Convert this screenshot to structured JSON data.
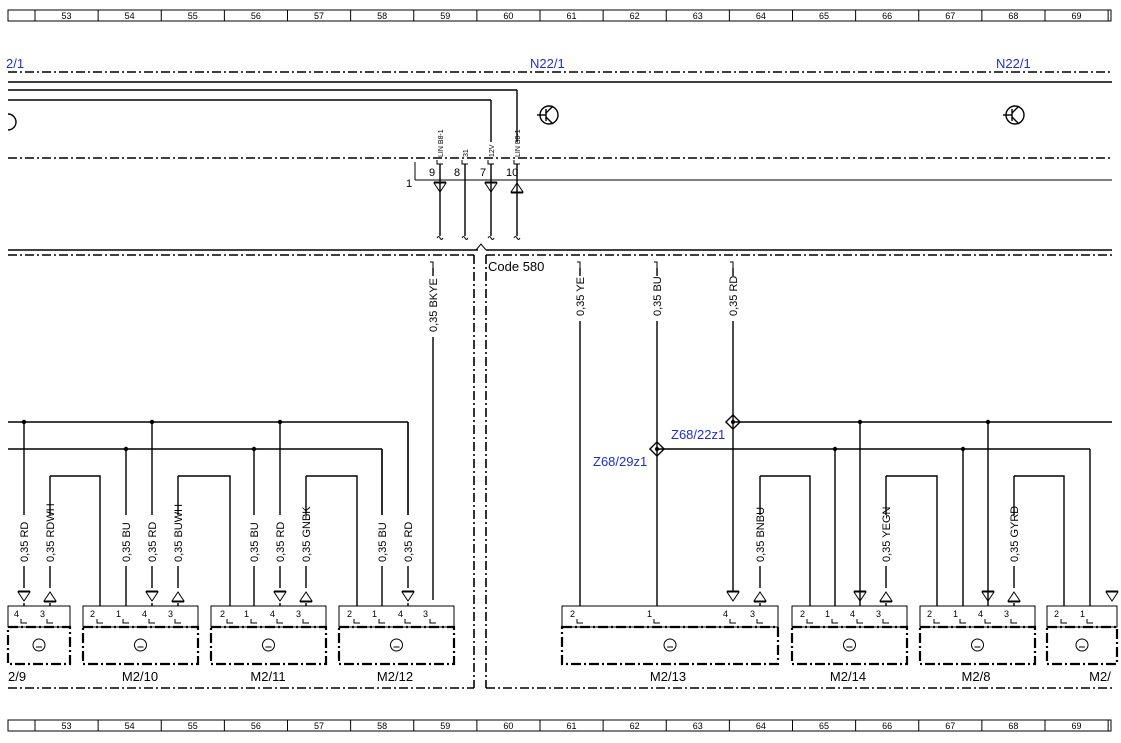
{
  "ruler": {
    "numbers": [
      "53",
      "54",
      "55",
      "56",
      "57",
      "58",
      "59",
      "60",
      "61",
      "62",
      "63",
      "64",
      "65",
      "66",
      "67",
      "68",
      "69"
    ]
  },
  "modules": {
    "left_partial": "2/1",
    "center": "N22/1",
    "right": "N22/1"
  },
  "connector": {
    "pin_group_number": "1",
    "pins": [
      {
        "num": "9",
        "label": "LIN B8-1"
      },
      {
        "num": "8",
        "label": "31"
      },
      {
        "num": "7",
        "label": "12V"
      },
      {
        "num": "10",
        "label": "LIN B8-1"
      }
    ]
  },
  "code_label": "Code 580",
  "upper_wires": [
    {
      "label": "0,35 BKYE"
    },
    {
      "label": "0,35 YE"
    },
    {
      "label": "0,35 BU"
    },
    {
      "label": "0,35 RD"
    }
  ],
  "splices": {
    "z22": "Z68/22z1",
    "z29": "Z68/29z1"
  },
  "lower_wires": [
    {
      "label": "0,35 RD"
    },
    {
      "label": "0,35 RDWH"
    },
    {
      "label": "0,35 BU"
    },
    {
      "label": "0,35 RD"
    },
    {
      "label": "0,35 BUWH"
    },
    {
      "label": "0,35 BU"
    },
    {
      "label": "0,35 RD"
    },
    {
      "label": "0,35 GNBK"
    },
    {
      "label": "0,35 BU"
    },
    {
      "label": "0,35 RD"
    },
    {
      "label": "0,35 BNBU"
    },
    {
      "label": "0,35 YEGN"
    },
    {
      "label": "0,35 GYRD"
    }
  ],
  "components": [
    {
      "label": "2/9"
    },
    {
      "label": "M2/10"
    },
    {
      "label": "M2/11"
    },
    {
      "label": "M2/12"
    },
    {
      "label": "M2/13"
    },
    {
      "label": "M2/14"
    },
    {
      "label": "M2/8"
    },
    {
      "label": "M2/"
    }
  ],
  "component_pins": {
    "p1": "1",
    "p2": "2",
    "p3": "3",
    "p4": "4"
  }
}
